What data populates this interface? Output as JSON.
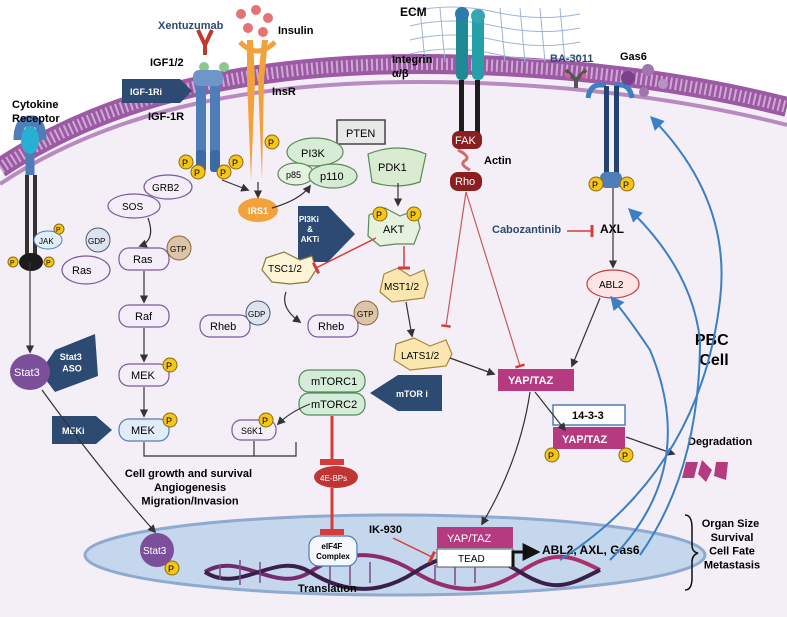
{
  "colors": {
    "membrane": "#9b5aa3",
    "membrane_light": "#cfa8d3",
    "cytoplasm": "#f4eef6",
    "nucleus": "#c5d7ec",
    "receptor_blue": "#4f7db8",
    "insulin": "#f2a23c",
    "inhibitor": "#2c4a72",
    "yap": "#b53a7f",
    "phos": "#f5c518",
    "red_inhib": "#d63b3b",
    "arrow_blue": "#3b7fc4"
  },
  "labels": {
    "xentuzumab": "Xentuzumab",
    "insulin": "Insulin",
    "igf12": "IGF1/2",
    "igf1ri": "IGF-1Ri",
    "igf1r": "IGF-1R",
    "insr": "InsR",
    "ecm": "ECM",
    "integrin": "Integrin\nα/β",
    "ba3011": "BA-3011",
    "gas6": "Gas6",
    "cytokine_receptor": "Cytokine\nReceptor",
    "pten": "PTEN",
    "pi3k": "PI3K",
    "p85": "p85",
    "p110": "p110",
    "pdk1": "PDK1",
    "fak": "FAK",
    "actin": "Actin",
    "rho": "Rho",
    "grb2": "GRB2",
    "sos": "SOS",
    "irs1": "IRS1",
    "pi3ki_akti": "PI3Ki\n&\nAKTi",
    "akt": "AKT",
    "jak": "JAK",
    "gdp": "GDP",
    "gtp": "GTP",
    "ras": "Ras",
    "tsc12": "TSC1/2",
    "mst12": "MST1/2",
    "cabozantinib": "Cabozantinib",
    "axl": "AXL",
    "abl2": "ABL2",
    "raf": "Raf",
    "rheb": "Rheb",
    "lats12": "LATS1/2",
    "yaptaz": "YAP/TAZ",
    "pbc_cell": "PBC\nCell",
    "stat3_aso": "Stat3\nASO",
    "stat3": "Stat3",
    "mek": "MEK",
    "mtorc1": "mTORC1",
    "mtorc2": "mTORC2",
    "mtori": "mTOR i",
    "protein_1433": "14-3-3",
    "meki": "MEKi",
    "s6k1": "S6K1",
    "degradation": "Degradation",
    "cell_growth": "Cell growth and survival\nAngiogenesis\nMigration/Invasion",
    "fourebps": "4E-BPs",
    "ik930": "IK-930",
    "eif4f": "eIF4F\nComplex",
    "tead": "TEAD",
    "targets": "ABL2, AXL, Gas6",
    "outcomes": "Organ Size\nSurvival\nCell Fate\nMetastasis",
    "translation": "Translation",
    "p": "P"
  }
}
